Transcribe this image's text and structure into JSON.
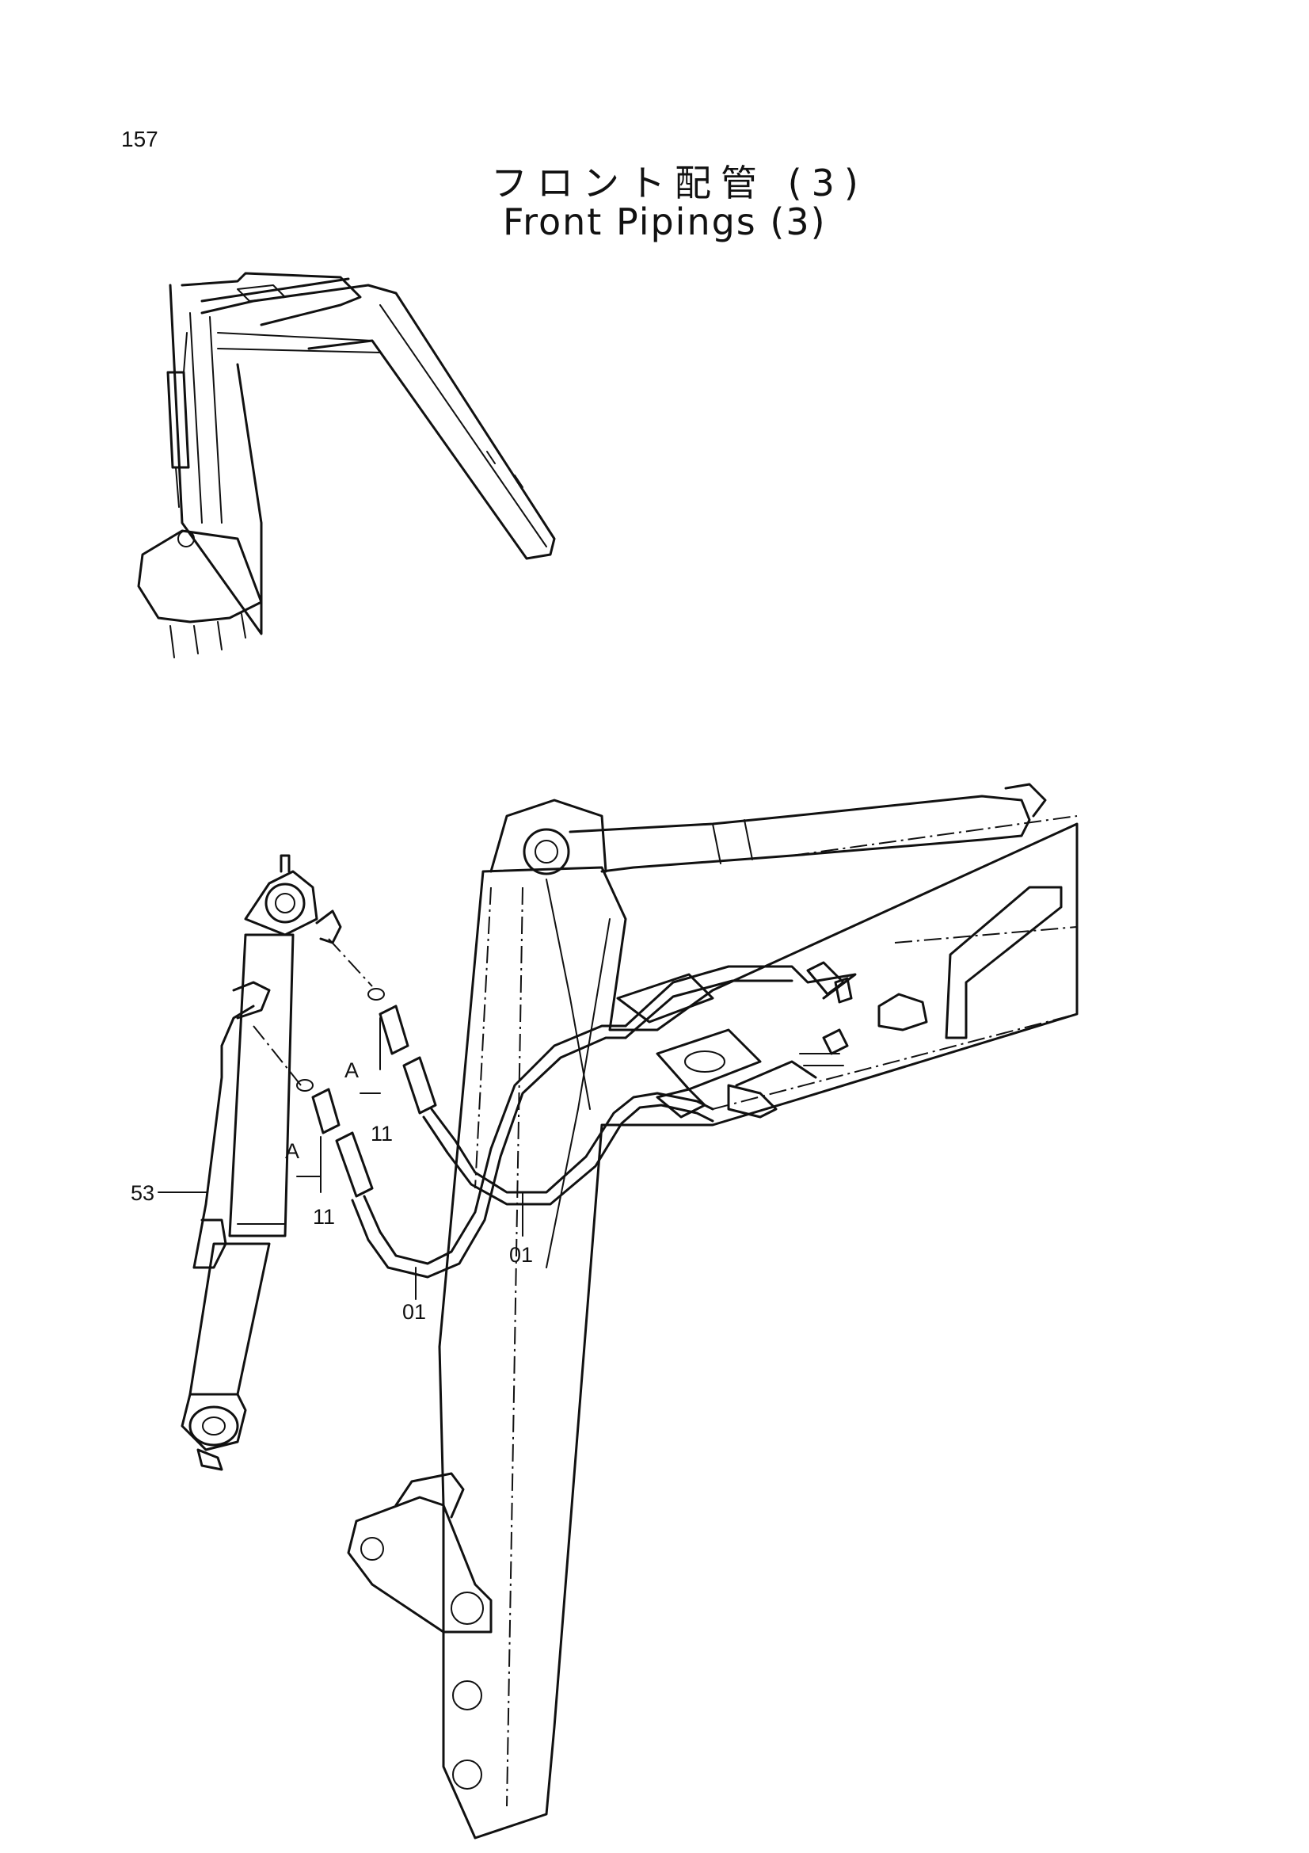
{
  "page": {
    "number": "157",
    "title_jp": "フロント配管 (3)",
    "title_en": "Front Pipings (3)"
  },
  "callouts": {
    "c53": "53",
    "c11_left": "11",
    "c11_right": "11",
    "cA_left": "A",
    "cA_right": "A",
    "c01_left": "01",
    "c01_right": "01"
  }
}
